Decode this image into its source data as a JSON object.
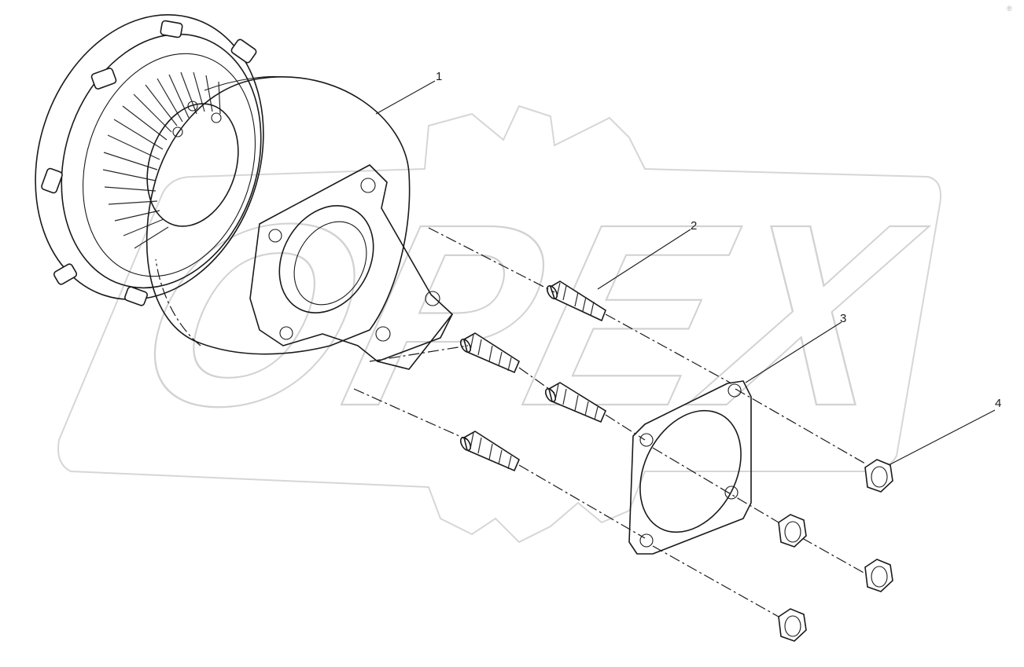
{
  "watermark": {
    "text": "OPEX",
    "corner_mark": "®"
  },
  "callouts": [
    {
      "id": "part-1",
      "label": "1"
    },
    {
      "id": "part-2",
      "label": "2"
    },
    {
      "id": "part-3",
      "label": "3"
    },
    {
      "id": "part-4",
      "label": "4"
    }
  ],
  "parts": [
    {
      "id": "flywheel-housing-assembly",
      "icon": "housing-icon"
    },
    {
      "id": "stud",
      "icon": "stud-icon"
    },
    {
      "id": "gasket",
      "icon": "gasket-icon"
    },
    {
      "id": "nut",
      "icon": "nut-icon"
    }
  ]
}
